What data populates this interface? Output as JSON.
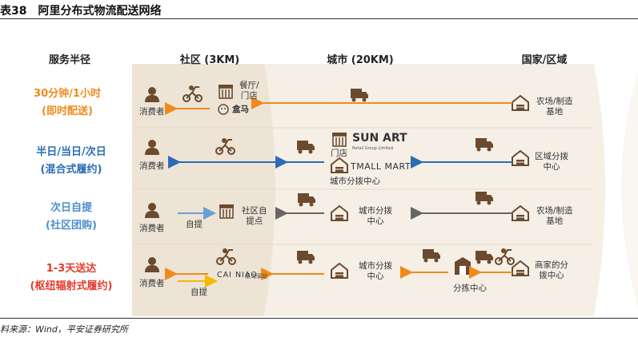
{
  "title": "表38　阿里分布式物流配送网络",
  "columns": {
    "service": "服务半径",
    "community": "社区 (3KM)",
    "city": "城市 (20KM)",
    "national": "国家/区域"
  },
  "rows": [
    {
      "service_lines": [
        "30分钟/1小时",
        "(即时配送)"
      ]
    },
    {
      "service_lines": [
        "半日/当日/次日",
        "(混合式履约)"
      ]
    },
    {
      "service_lines": [
        "次日自提",
        "(社区团购)"
      ]
    },
    {
      "service_lines": [
        "1-3天送达",
        "(枢纽辐射式履约)"
      ]
    }
  ],
  "labels": {
    "consumer": "消费者",
    "restaurant_store": [
      "餐厅/",
      "门店"
    ],
    "hema": "盒马",
    "farm_base": [
      "农场/制造",
      "基地"
    ],
    "sunart": "SUN ART",
    "sunart_sub": "Retail Group Limited",
    "store": "门店",
    "tmall_mart": "TMALL MART",
    "city_hub": "城市分拨中心",
    "city_hub_split": [
      "城市分拨",
      "中心"
    ],
    "regional_hub": [
      "区域分拨",
      "中心"
    ],
    "pickup_self": "自提",
    "community_point": [
      "社区自",
      "提点"
    ],
    "cainiao": "CAI NIAO",
    "cainiao_cn": "菜鸟驿站",
    "merchant_hub": [
      "商家的分",
      "拨中心"
    ],
    "sorting_center": "分拣中心"
  },
  "colors": {
    "orange": "#f08a1c",
    "blue": "#2a6db5",
    "lightblue": "#6a9fd4",
    "gray": "#666666",
    "yellow": "#f5b800",
    "red": "#e23b2e",
    "community_bg": "#ede4d6",
    "city_bg": "#f5efe6",
    "national_bg": "#faf7f2"
  },
  "source": "料来源：Wind，平安证券研究所"
}
